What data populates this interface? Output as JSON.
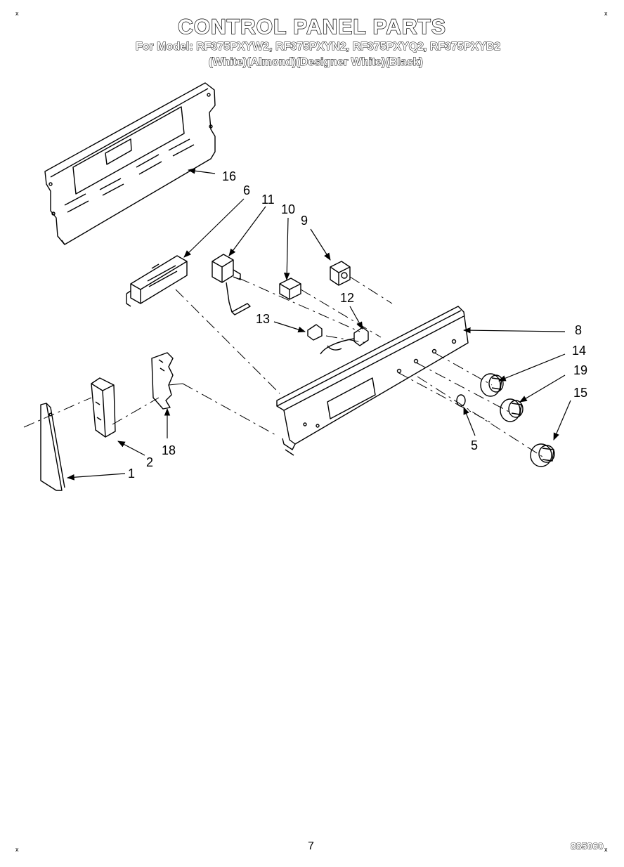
{
  "header": {
    "title": "CONTROL PANEL PARTS",
    "models_line": "For Model: RF375PXYW2, RF375PXYN2, RF375PXYQ2, RF375PXYB2",
    "colors_line": "(White)(Almond)(Designer White)(Black)"
  },
  "callouts": [
    "16",
    "6",
    "11",
    "10",
    "9",
    "12",
    "13",
    "8",
    "14",
    "19",
    "15",
    "5",
    "18",
    "2",
    "1"
  ],
  "corner_marks": [
    "x",
    "x",
    "x",
    "x"
  ],
  "footer": {
    "page_number": "7",
    "doc_number": "885060"
  }
}
